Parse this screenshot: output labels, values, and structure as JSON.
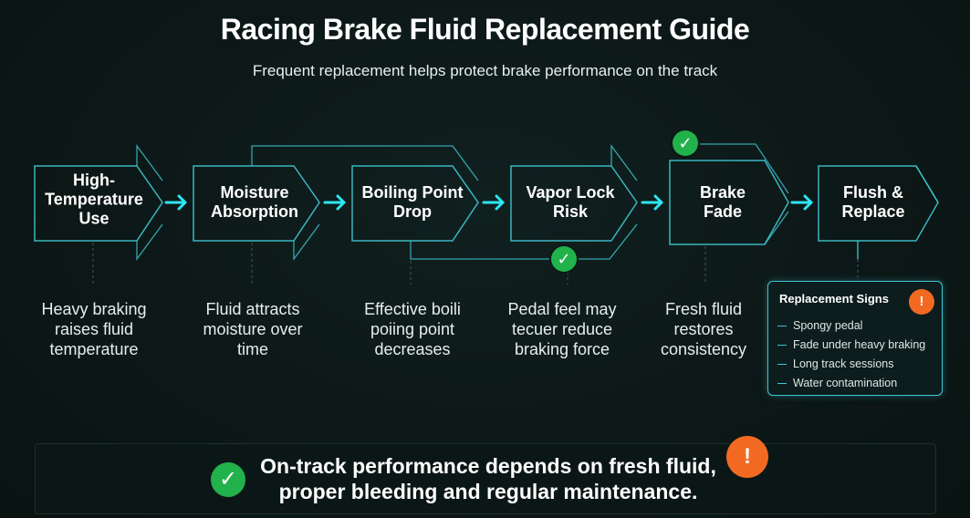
{
  "title": "Racing Brake Fluid Replacement Guide",
  "subtitle": "Frequent replacement helps protect brake performance on the track",
  "steps": [
    {
      "label": "High-Temperature Use",
      "description": "Heavy braking raises fluid temperature"
    },
    {
      "label": "Moisture Absorption",
      "description": "Fluid attracts moisture over time"
    },
    {
      "label": "Boiling Point Drop",
      "description": "Effective boili poiing point decreases"
    },
    {
      "label": "Vapor Lock Risk",
      "description": "Pedal feel may tecuer reduce braking force"
    },
    {
      "label": "Brake Fade",
      "description": "Fresh fluid restores consistency"
    },
    {
      "label": "Flush & Replace",
      "description": ""
    }
  ],
  "replacement_signs": {
    "title": "Replacement Signs",
    "items": [
      "Spongy pedal",
      "Fade under heavy braking",
      "Long track sessions",
      "Water contamination"
    ]
  },
  "bottom_message": "On-track performance depends on fresh fluid, proper bleeding and regular maintenance.",
  "icons": {
    "check": "check-icon",
    "warning": "warning-icon"
  },
  "colors": {
    "accent": "#3fc7d2",
    "arrow": "#2ee6f2",
    "success": "#22b24c",
    "warning": "#f26a22",
    "background": "#0c1817"
  }
}
